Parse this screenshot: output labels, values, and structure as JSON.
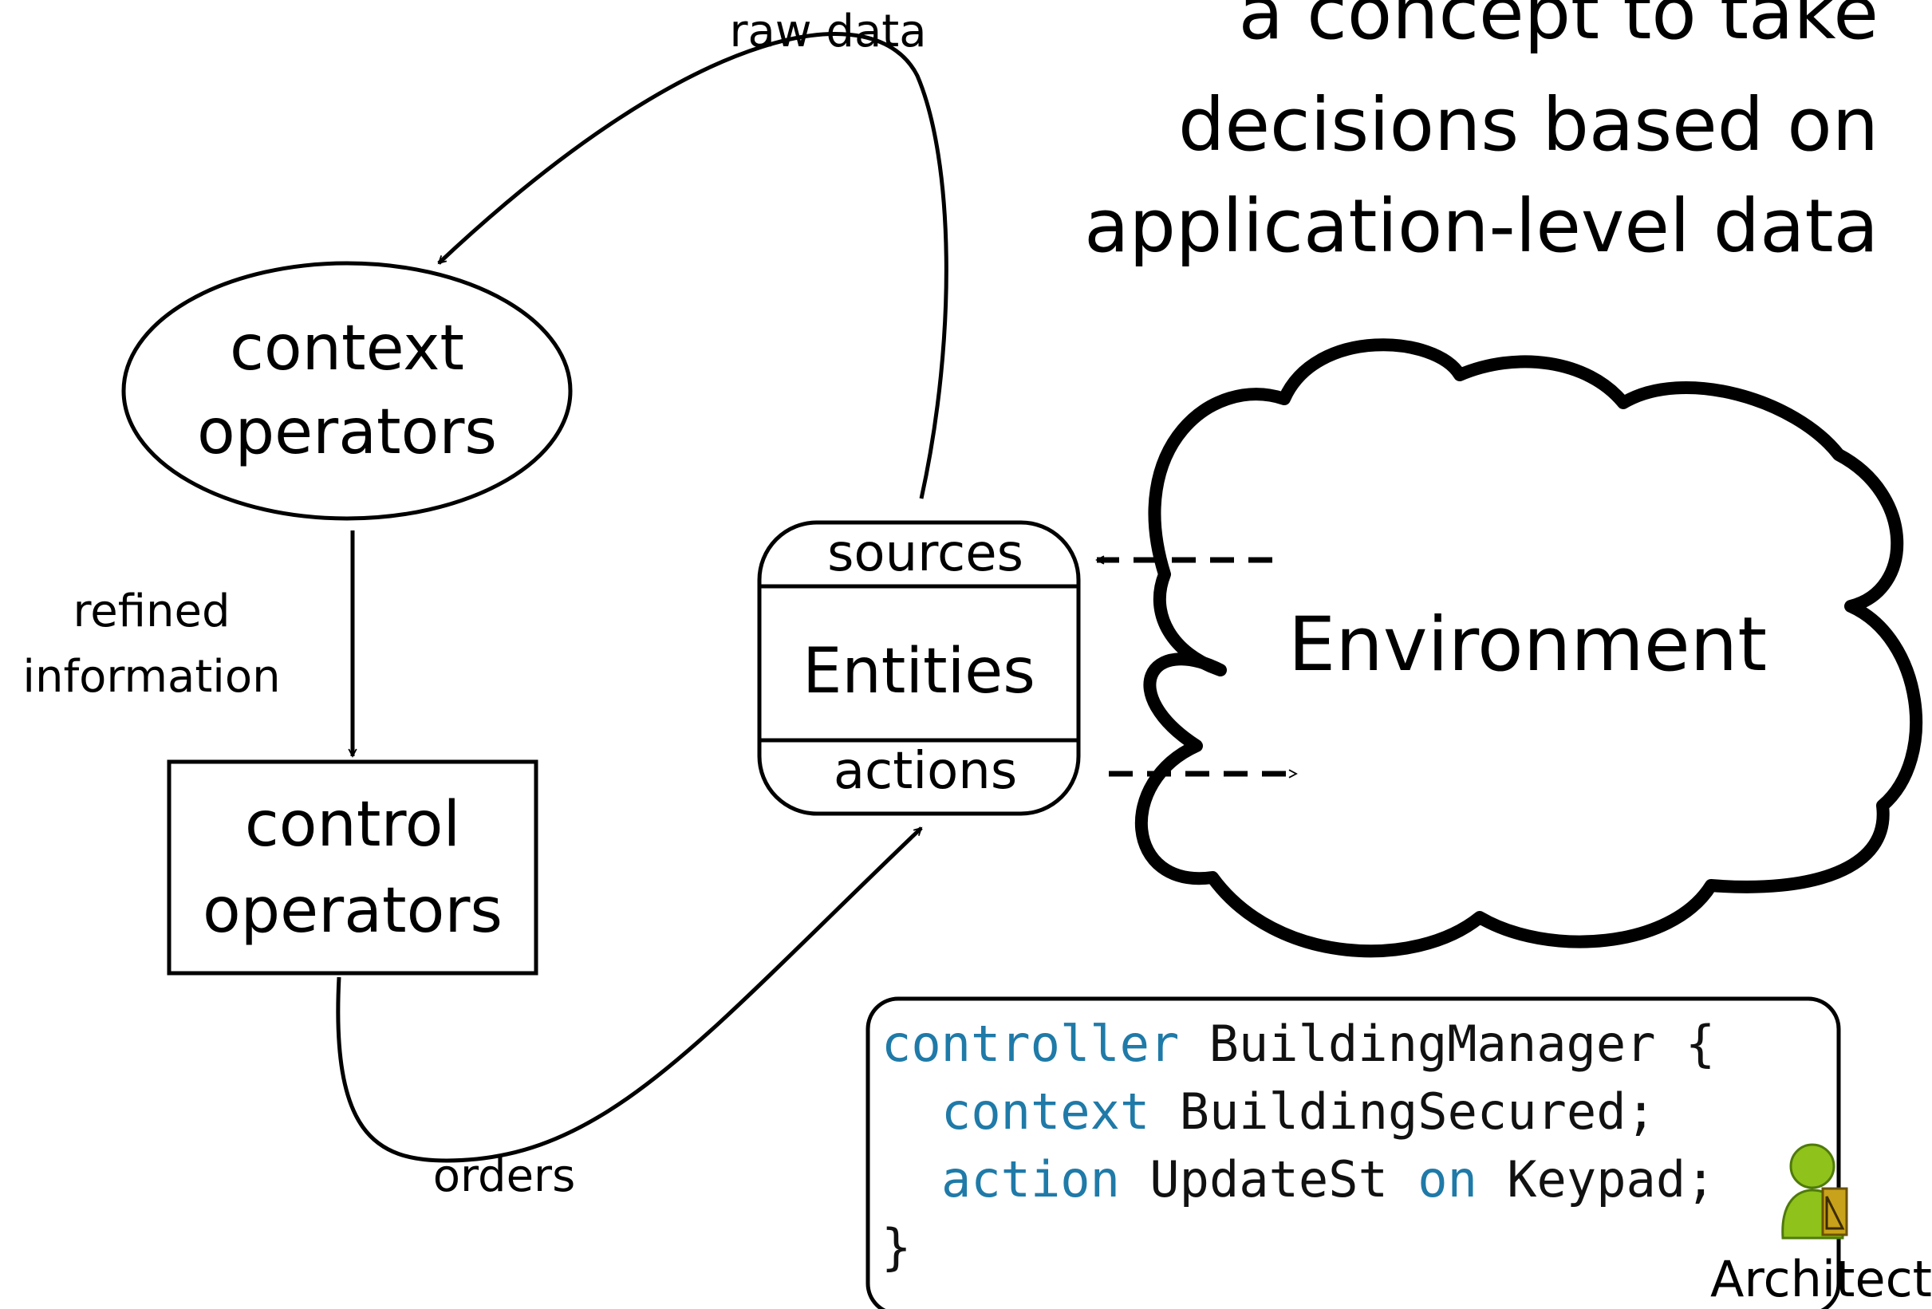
{
  "title_lines": [
    "a concept to take",
    "decisions based on",
    "application-level data"
  ],
  "nodes": {
    "context_operators": [
      "context",
      "operators"
    ],
    "control_operators": [
      "control",
      "operators"
    ],
    "entities": {
      "top": "sources",
      "middle": "Entities",
      "bottom": "actions"
    },
    "environment": "Environment"
  },
  "edges": {
    "raw_data": "raw data",
    "refined_information": [
      "refined",
      "information"
    ],
    "orders": "orders"
  },
  "code": {
    "line1": {
      "kw": "controller",
      "rest": " BuildingManager {"
    },
    "line2": {
      "kw": "context",
      "rest": " BuildingSecured;"
    },
    "line3": {
      "kw1": "action",
      "mid": " UpdateSt ",
      "kw2": "on",
      "rest": " Keypad;"
    },
    "line4": "}"
  },
  "architect_label": "Architect",
  "colors": {
    "keyword": "#1f7aa8",
    "architect": "#8fc21a"
  }
}
